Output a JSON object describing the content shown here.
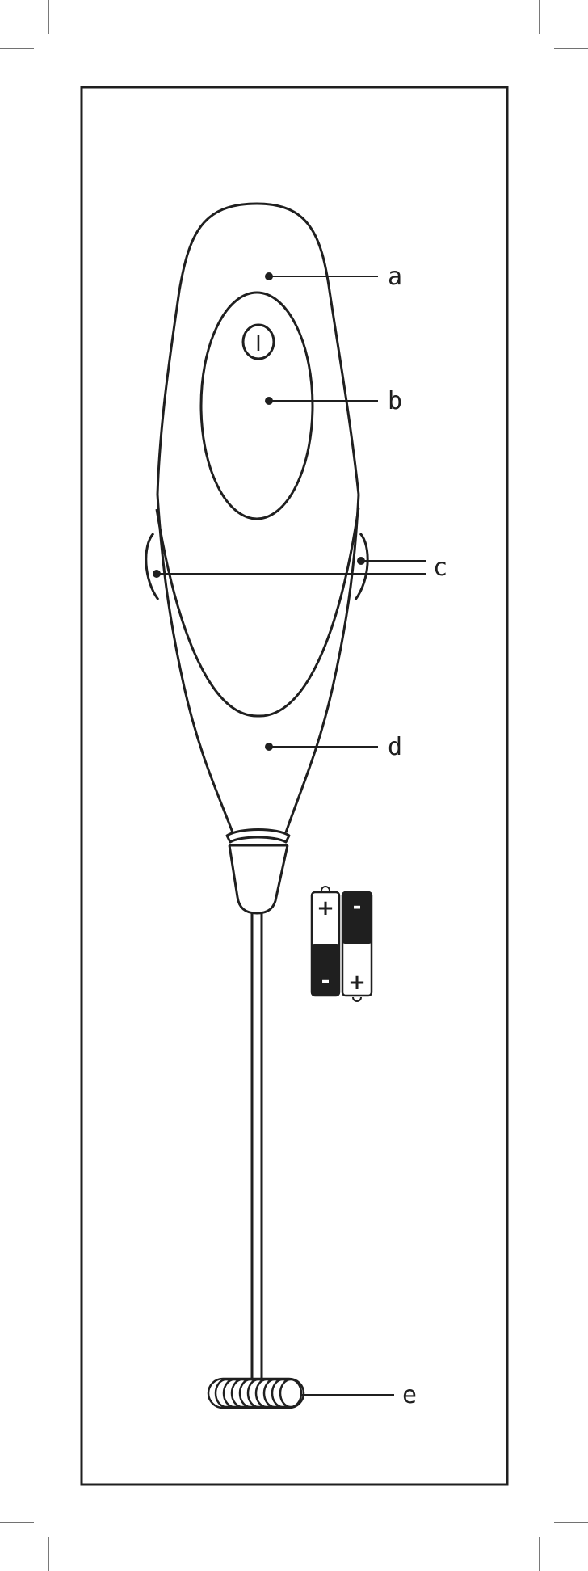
{
  "callouts": {
    "a": "a",
    "b": "b",
    "c": "c",
    "d": "d",
    "e": "e"
  },
  "power_symbol": "I",
  "batteries": {
    "left": {
      "top_sign": "+",
      "bottom_sign": "-"
    },
    "right": {
      "top_sign": "-",
      "bottom_sign": "+"
    }
  },
  "colors": {
    "ink": "#1f1f1f",
    "background": "#ffffff"
  }
}
